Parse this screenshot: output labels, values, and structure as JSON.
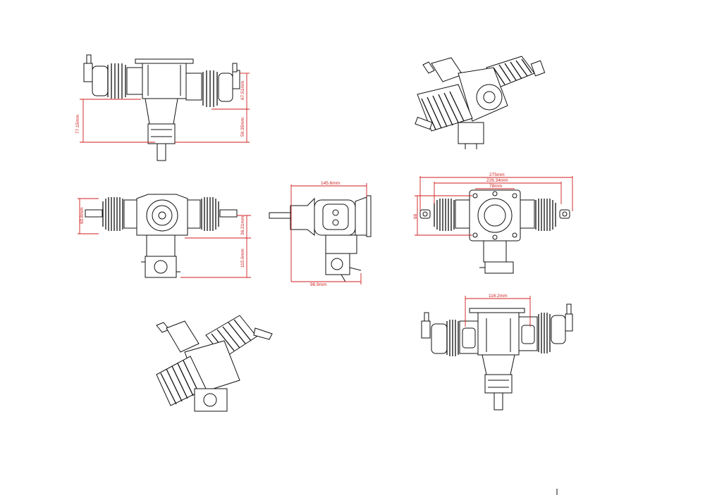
{
  "drawing": {
    "views": [
      {
        "id": "top-view",
        "dims": [
          "77.15mm",
          "59.35mm",
          "67.51mm"
        ]
      },
      {
        "id": "iso-view-upper",
        "dims": []
      },
      {
        "id": "rear-view",
        "dims": [
          "60.8mm",
          "36.21mm",
          "115.6mm"
        ]
      },
      {
        "id": "side-view",
        "dims": [
          "145.6mm",
          "98.9mm"
        ]
      },
      {
        "id": "front-view",
        "dims": [
          "275mm",
          "226.34mm",
          "78mm",
          "66"
        ]
      },
      {
        "id": "iso-view-lower",
        "dims": []
      },
      {
        "id": "bottom-view",
        "dims": [
          "116.2mm"
        ]
      }
    ]
  },
  "colors": {
    "line": "#111111",
    "dimension": "#cc1f1f",
    "background": "#ffffff"
  }
}
